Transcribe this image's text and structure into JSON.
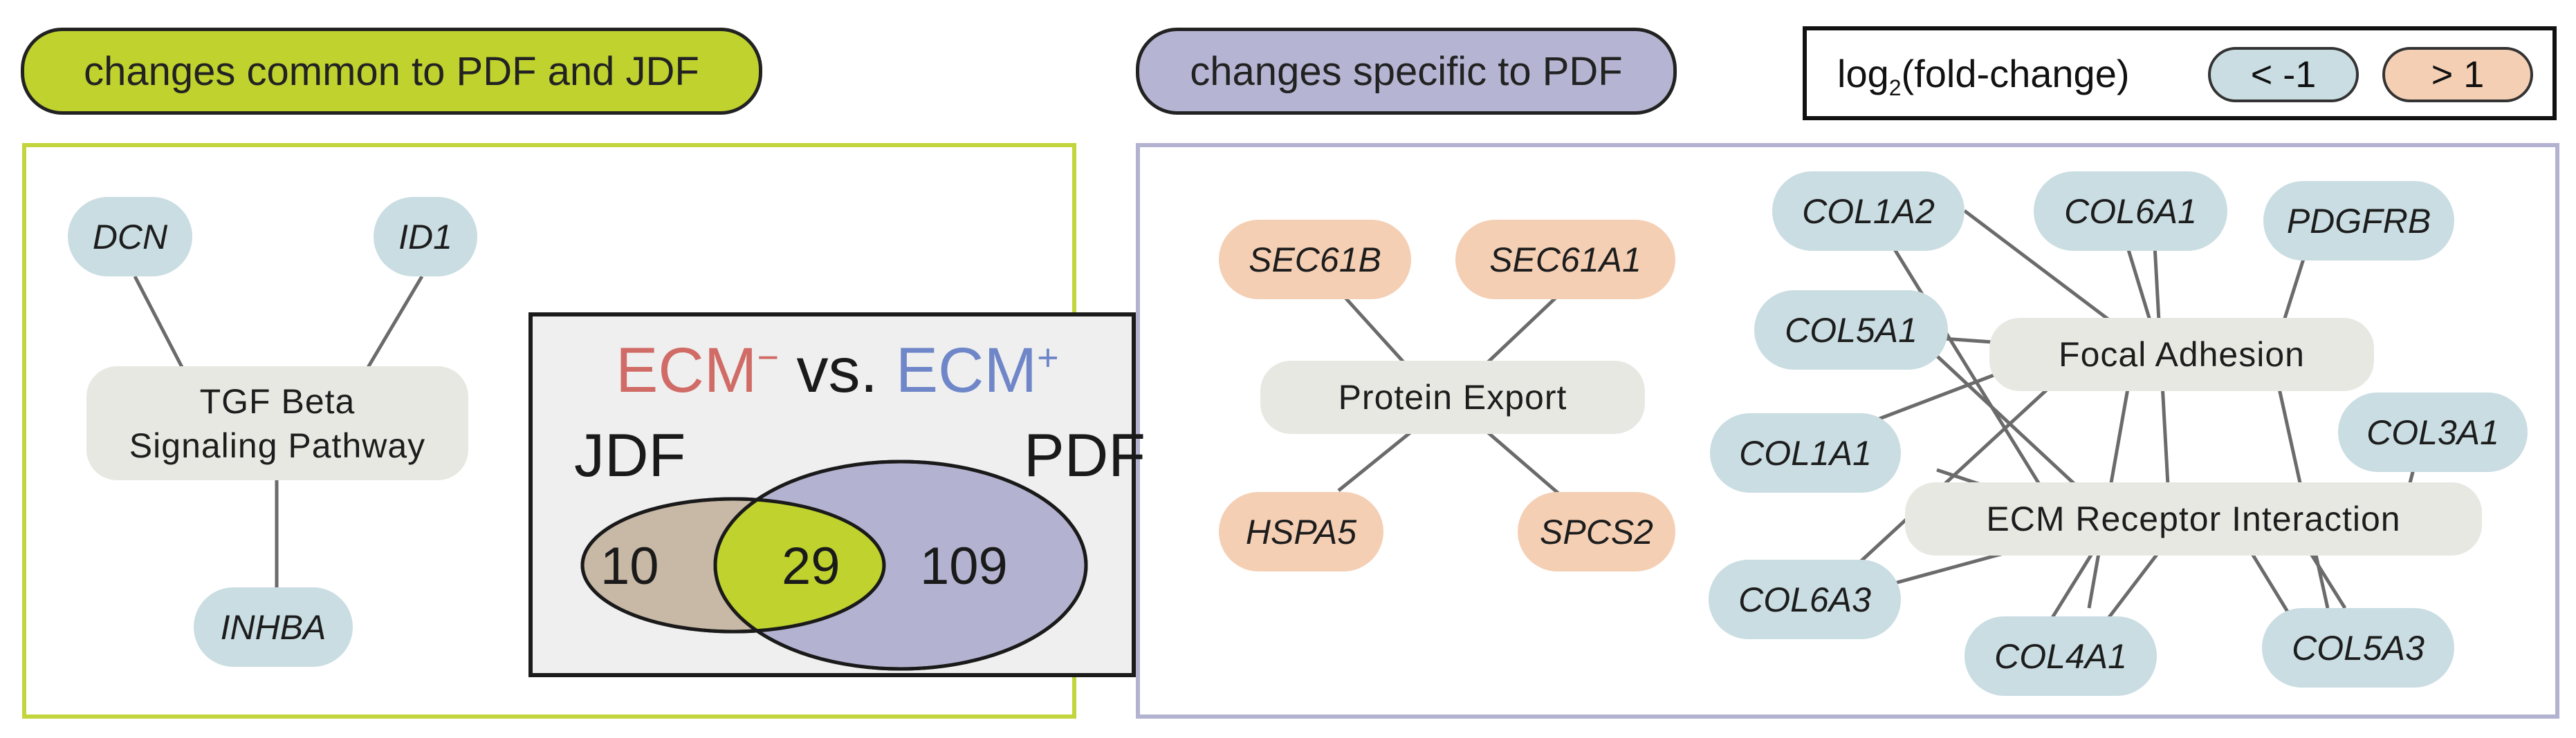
{
  "headers": {
    "common": "changes common to PDF and JDF",
    "specific": "changes specific to PDF"
  },
  "legend": {
    "title_prefix": "log",
    "title_sub": "2",
    "title_suffix": "(fold-change)",
    "low_label": "< -1",
    "high_label": "> 1"
  },
  "colors": {
    "common_accent": "#bfd22e",
    "specific_accent": "#aaaacc",
    "down_regulated": "#c9dde2",
    "up_regulated": "#f4cfb4",
    "hub_fill": "#e8e8e3",
    "ecm_minus": "#d06b66",
    "ecm_plus": "#6f86c8",
    "jdf_fill": "#c8b8a6",
    "pdf_fill": "#b3b3d1",
    "overlap_fill": "#bfd22e"
  },
  "common_network": {
    "hub": {
      "line1": "TGF Beta",
      "line2": "Signaling Pathway"
    },
    "genes": [
      "DCN",
      "ID1",
      "INHBA"
    ]
  },
  "venn": {
    "title_left": "ECM",
    "title_left_sup": "−",
    "title_vs": " vs. ",
    "title_right": "ECM",
    "title_right_sup": "+",
    "set_a": "JDF",
    "set_b": "PDF",
    "only_a": "10",
    "both": "29",
    "only_b": "109"
  },
  "specific_network": {
    "protein_export": {
      "hub": "Protein Export",
      "genes": [
        "SEC61B",
        "SEC61A1",
        "HSPA5",
        "SPCS2"
      ]
    },
    "focal_adhesion_hub": "Focal Adhesion",
    "ecm_receptor_hub": "ECM Receptor Interaction",
    "genes": [
      "COL1A2",
      "COL6A1",
      "PDGFRB",
      "COL5A1",
      "COL3A1",
      "COL1A1",
      "COL6A3",
      "COL4A1",
      "COL5A3"
    ]
  }
}
